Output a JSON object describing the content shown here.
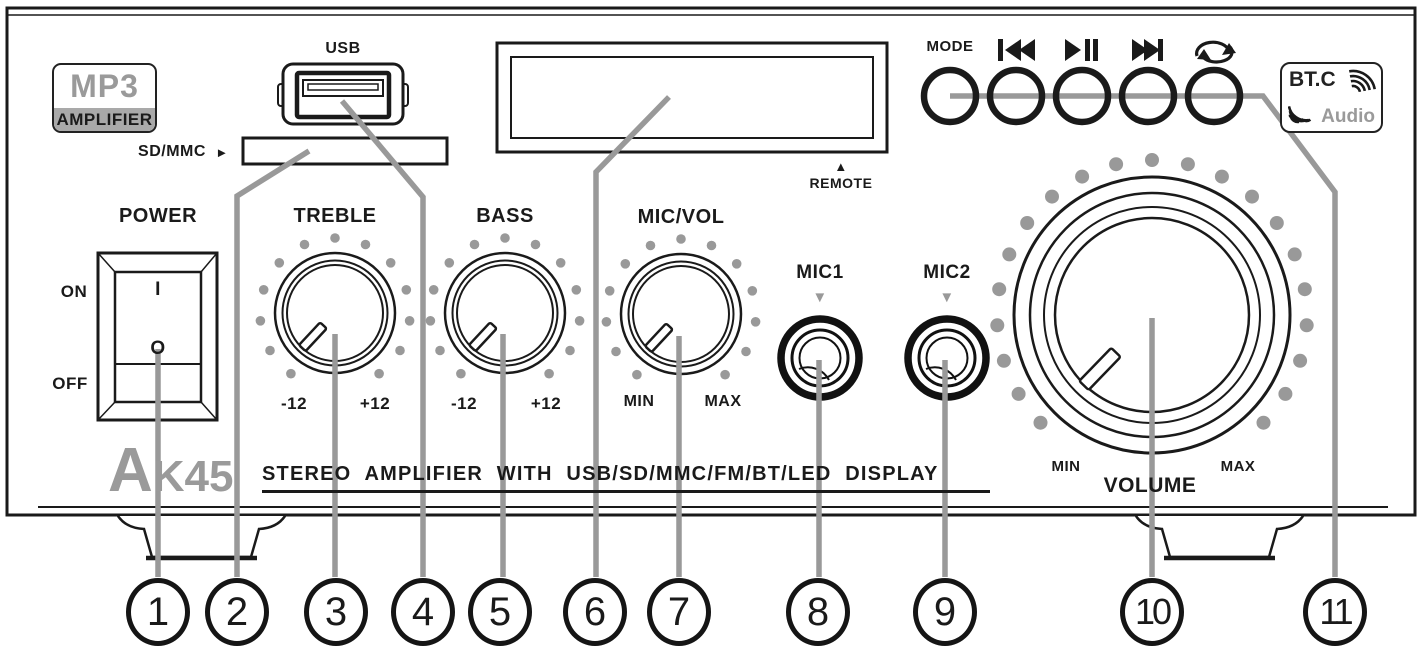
{
  "brand": {
    "model_initial": "A",
    "model_rest": "K45",
    "tagline": "STEREO AMPLIFIER WITH USB/SD/MMC/FM/BT/LED DISPLAY"
  },
  "badges": {
    "mp3_top": "MP3",
    "mp3_bottom": "AMPLIFIER",
    "bt_top": "BT.C",
    "bt_bottom": "Audio"
  },
  "ports": {
    "usb_label": "USB",
    "sd_label": "SD/MMC",
    "sd_arrow": "►"
  },
  "remote": {
    "arrow": "▲",
    "label": "REMOTE"
  },
  "power": {
    "title": "POWER",
    "on": "ON",
    "off": "OFF",
    "sym_on": "I",
    "sym_off": "O"
  },
  "transport": {
    "mode_label": "MODE",
    "button_icons": [
      "mode-button",
      "previous-icon",
      "play-pause-icon",
      "next-icon",
      "repeat-icon"
    ]
  },
  "knobs": {
    "treble": {
      "title": "TREBLE",
      "min": "-12",
      "max": "+12"
    },
    "bass": {
      "title": "BASS",
      "min": "-12",
      "max": "+12"
    },
    "micvol": {
      "title": "MIC/VOL",
      "min": "MIN",
      "max": "MAX"
    },
    "volume": {
      "title": "VOLUME",
      "min": "MIN",
      "max": "MAX"
    }
  },
  "jacks": {
    "mic1": "MIC1",
    "mic2": "MIC2",
    "pointer": "▼"
  },
  "callouts": [
    "1",
    "2",
    "3",
    "4",
    "5",
    "6",
    "7",
    "8",
    "9",
    "10",
    "11"
  ],
  "colors": {
    "line": "#1a1a1a",
    "callout_gray": "#999999",
    "badge_gray": "#a9a9a9"
  }
}
